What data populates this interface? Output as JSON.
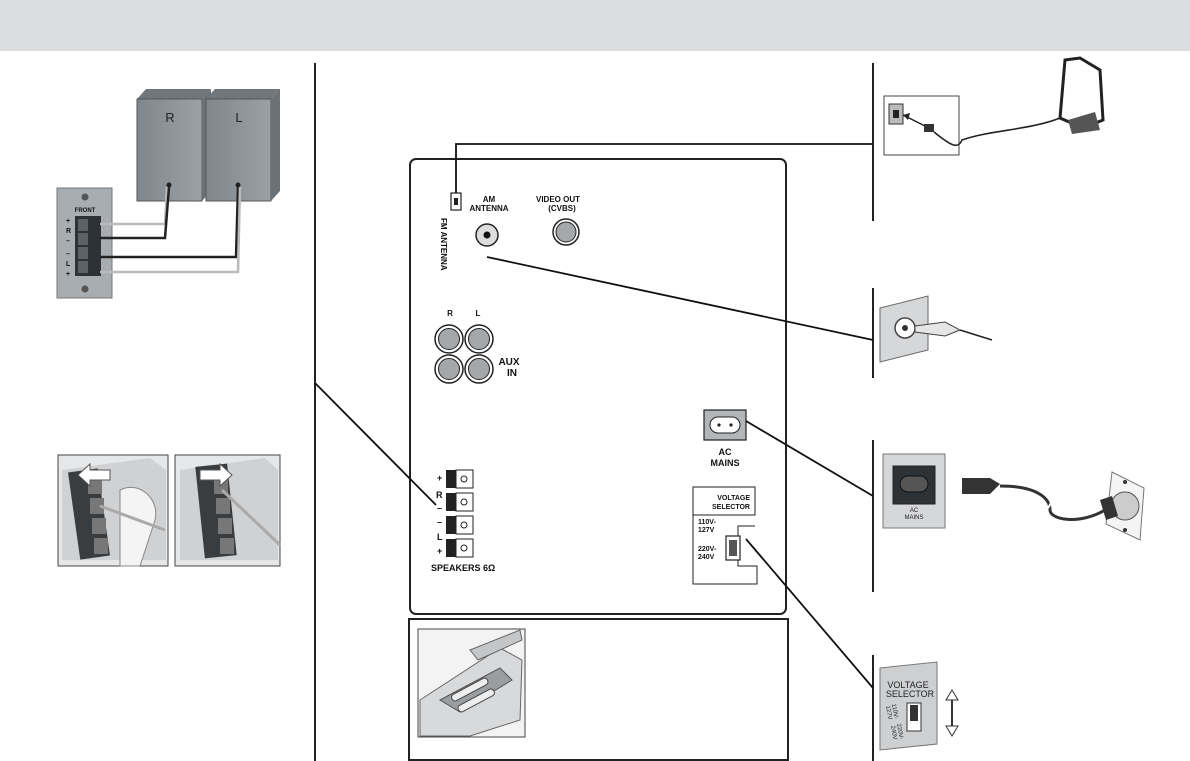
{
  "speakers": {
    "right_box": "R",
    "left_box": "L",
    "terminal_header": "FRONT",
    "terminal_signs": [
      "+",
      "R",
      "–",
      "–",
      "L",
      "+"
    ]
  },
  "rear_panel": {
    "fm_antenna": "FM ANTENNA",
    "am_antenna_line1": "AM",
    "am_antenna_line2": "ANTENNA",
    "video_out_line1": "VIDEO OUT",
    "video_out_line2": "(CVBS)",
    "aux_r": "R",
    "aux_l": "L",
    "aux_in_line1": "AUX",
    "aux_in_line2": "IN",
    "speaker_signs": [
      "+",
      "R",
      "–",
      "–",
      "L",
      "+"
    ],
    "speakers_label": "SPEAKERS 6Ω",
    "ac_mains_line1": "AC",
    "ac_mains_line2": "MAINS",
    "voltage_selector_line1": "VOLTAGE",
    "voltage_selector_line2": "SELECTOR",
    "voltage_low_line1": "110V-",
    "voltage_low_line2": "127V",
    "voltage_high_line1": "220V-",
    "voltage_high_line2": "240V"
  },
  "details": {
    "socket_label_line1": "AC",
    "socket_label_line2": "MAINS",
    "selector_title_line1": "VOLTAGE",
    "selector_title_line2": "SELECTOR",
    "selector_low_line1": "110V-",
    "selector_low_line2": "127V",
    "selector_high_line1": "220V-",
    "selector_high_line2": "240V"
  },
  "colors": {
    "header_bar": "#dcdde0",
    "speaker_box": "#8c9499",
    "panel_gray": "#c8c9cc",
    "line": "#111111"
  }
}
